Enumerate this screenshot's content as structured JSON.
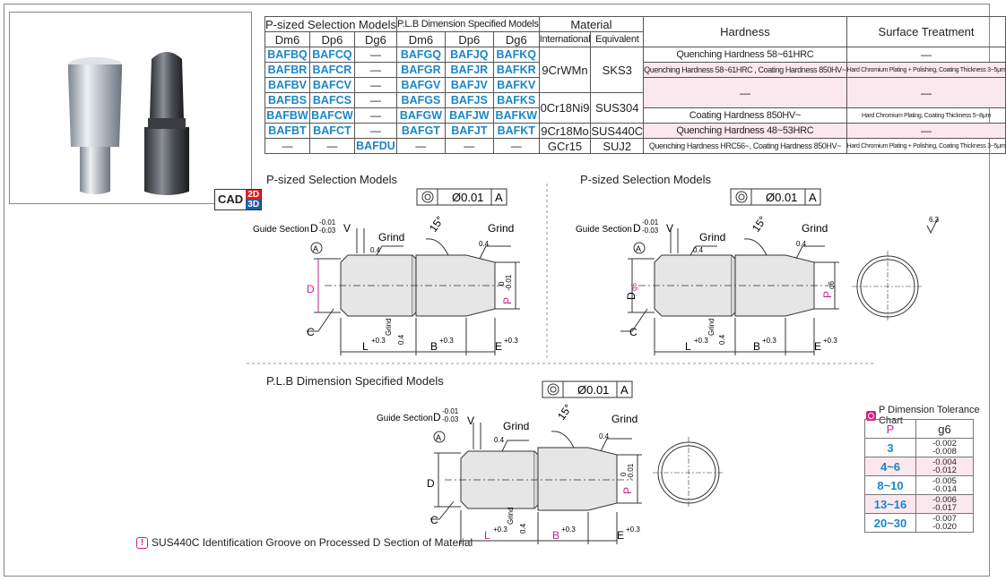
{
  "cad": {
    "label": "CAD",
    "d2": "2D",
    "d3": "3D"
  },
  "table": {
    "group_headers": {
      "p_sized": "P-sized Selection Models",
      "plb": "P.L.B Dimension Specified Models",
      "material": "Material",
      "hardness": "Hardness",
      "surface": "Surface Treatment"
    },
    "sub_headers": {
      "dm6_a": "Dm6",
      "dp6_a": "Dp6",
      "dg6": "Dg6",
      "dm6_b": "Dm6",
      "dp6_b": "Dp6",
      "dg6_b": "Dg6",
      "international": "International",
      "equivalent": "Equivalent"
    },
    "rows": [
      {
        "c1": "BAFBQ",
        "c2": "BAFCQ",
        "c3": "—",
        "c4": "BAFGQ",
        "c5": "BAFJQ",
        "c6": "BAFKQ"
      },
      {
        "c1": "BAFBR",
        "c2": "BAFCR",
        "c3": "—",
        "c4": "BAFGR",
        "c5": "BAFJR",
        "c6": "BAFKR"
      },
      {
        "c1": "BAFBV",
        "c2": "BAFCV",
        "c3": "—",
        "c4": "BAFGV",
        "c5": "BAFJV",
        "c6": "BAFKV"
      },
      {
        "c1": "BAFBS",
        "c2": "BAFCS",
        "c3": "—",
        "c4": "BAFGS",
        "c5": "BAFJS",
        "c6": "BAFKS"
      },
      {
        "c1": "BAFBW",
        "c2": "BAFCW",
        "c3": "—",
        "c4": "BAFGW",
        "c5": "BAFJW",
        "c6": "BAFKW"
      },
      {
        "c1": "BAFBT",
        "c2": "BAFCT",
        "c3": "—",
        "c4": "BAFGT",
        "c5": "BAFJT",
        "c6": "BAFKT"
      },
      {
        "c1": "—",
        "c2": "—",
        "c3": "BAFDU",
        "c4": "—",
        "c5": "—",
        "c6": "—"
      }
    ],
    "materials": {
      "m1_int": "9CrWMn",
      "m1_eq": "SKS3",
      "m2_int": "0Cr18Ni9",
      "m2_eq": "SUS304",
      "m3_int": "9Cr18Mo",
      "m3_eq": "SUS440C",
      "m4_int": "GCr15",
      "m4_eq": "SUJ2"
    },
    "hardness": {
      "h1": "Quenching Hardness 58~61HRC",
      "h2": "Quenching Hardness 58~61HRC , Coating Hardness 850HV~",
      "h3": "—",
      "h4": "Coating Hardness 850HV~",
      "h5": "Quenching Hardness 48~53HRC",
      "h6": "Quenching Hardness HRC56~, Coating Hardness 850HV~"
    },
    "surface": {
      "s1": "—",
      "s2": "Hard Chromium Plating + Polishing, Coating Thickness 3~5μm",
      "s3": "—",
      "s4": "Hard Chromium Plating, Coating Thickness 5~8μm",
      "s5": "—",
      "s6": "Hard Chromium Plating + Polishing, Coating Thickness 3~5μm"
    }
  },
  "drawings": {
    "title_p1": "P-sized Selection Models",
    "title_p2": "P-sized Selection Models",
    "title_plb": "P.L.B Dimension Specified Models",
    "concentricity": "Ø0.01",
    "datum": "A",
    "guide_section": "Guide Section",
    "d_letter": "D",
    "d_tol_top": "-0.01",
    "d_tol_bot": "-0.03",
    "v": "V",
    "grind": "Grind",
    "roughness": "0.4",
    "angle": "15°",
    "p": "P",
    "p_tol_top": "0",
    "p_tol_bot": "-0.01",
    "g6": "g6",
    "dg6_sub": "g6",
    "c": "C",
    "l": "L",
    "b": "B",
    "e": "E",
    "plus03": "+0.3",
    "zero": "0",
    "surface_finish": "6.3"
  },
  "tolerance_chart": {
    "title": "P Dimension Tolerance Chart",
    "col_p": "P",
    "col_g6": "g6",
    "rows": [
      {
        "p": "3",
        "top": "-0.002",
        "bot": "-0.008"
      },
      {
        "p": "4~6",
        "top": "-0.004",
        "bot": "-0.012"
      },
      {
        "p": "8~10",
        "top": "-0.005",
        "bot": "-0.014"
      },
      {
        "p": "13~16",
        "top": "-0.006",
        "bot": "-0.017"
      },
      {
        "p": "20~30",
        "top": "-0.007",
        "bot": "-0.020"
      }
    ]
  },
  "note": {
    "icon": "!",
    "text": "SUS440C Identification Groove on Processed D Section of Material"
  },
  "colors": {
    "code_blue": "#1b86c8",
    "magenta": "#c0248b",
    "pink_row": "#fbe8ee"
  }
}
